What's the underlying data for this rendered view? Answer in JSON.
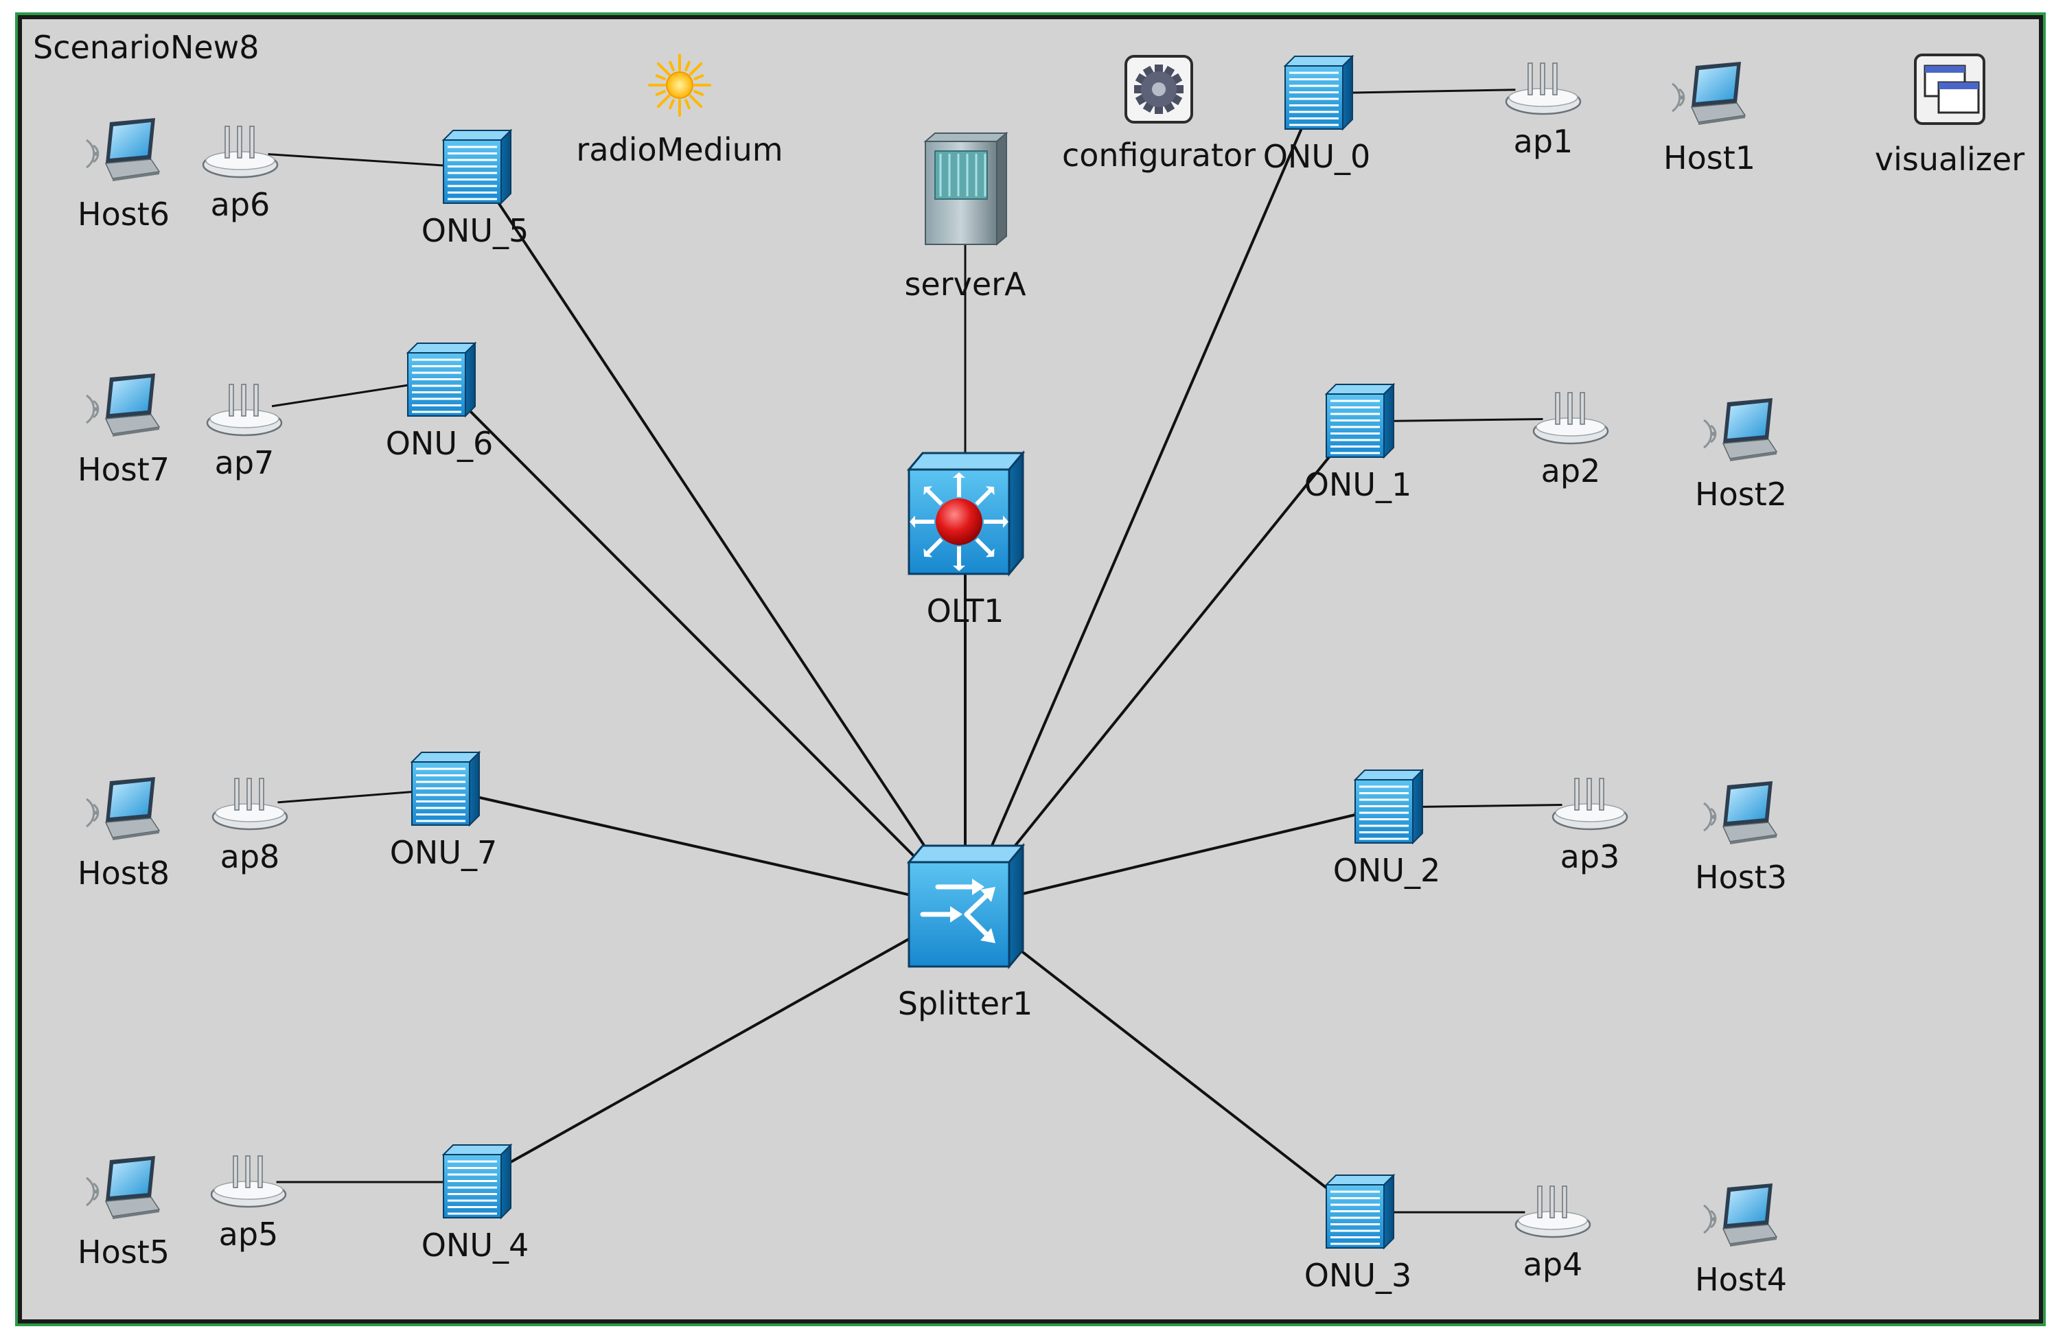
{
  "scenario": {
    "title": "ScenarioNew8"
  },
  "colors": {
    "canvas": "#d3d3d3",
    "border": "#1a1a1a",
    "frame_accent": "#2c9a48",
    "device_blue": "#1e9fe0",
    "device_dark": "#0b5f98",
    "link": "#111111"
  },
  "nodes": [
    {
      "id": "radioMedium",
      "label": "radioMedium",
      "icon": "sun-icon"
    },
    {
      "id": "configurator",
      "label": "configurator",
      "icon": "gear-icon"
    },
    {
      "id": "visualizer",
      "label": "visualizer",
      "icon": "windows-icon"
    },
    {
      "id": "serverA",
      "label": "serverA",
      "icon": "server-icon"
    },
    {
      "id": "OLT1",
      "label": "OLT1",
      "icon": "olt-icon"
    },
    {
      "id": "Splitter1",
      "label": "Splitter1",
      "icon": "splitter-icon"
    },
    {
      "id": "ONU_0",
      "label": "ONU_0",
      "icon": "onu-icon"
    },
    {
      "id": "ONU_1",
      "label": "ONU_1",
      "icon": "onu-icon"
    },
    {
      "id": "ONU_2",
      "label": "ONU_2",
      "icon": "onu-icon"
    },
    {
      "id": "ONU_3",
      "label": "ONU_3",
      "icon": "onu-icon"
    },
    {
      "id": "ONU_4",
      "label": "ONU_4",
      "icon": "onu-icon"
    },
    {
      "id": "ONU_5",
      "label": "ONU_5",
      "icon": "onu-icon"
    },
    {
      "id": "ONU_6",
      "label": "ONU_6",
      "icon": "onu-icon"
    },
    {
      "id": "ONU_7",
      "label": "ONU_7",
      "icon": "onu-icon"
    },
    {
      "id": "ap1",
      "label": "ap1",
      "icon": "access-point-icon"
    },
    {
      "id": "ap2",
      "label": "ap2",
      "icon": "access-point-icon"
    },
    {
      "id": "ap3",
      "label": "ap3",
      "icon": "access-point-icon"
    },
    {
      "id": "ap4",
      "label": "ap4",
      "icon": "access-point-icon"
    },
    {
      "id": "ap5",
      "label": "ap5",
      "icon": "access-point-icon"
    },
    {
      "id": "ap6",
      "label": "ap6",
      "icon": "access-point-icon"
    },
    {
      "id": "ap7",
      "label": "ap7",
      "icon": "access-point-icon"
    },
    {
      "id": "ap8",
      "label": "ap8",
      "icon": "access-point-icon"
    },
    {
      "id": "Host1",
      "label": "Host1",
      "icon": "laptop-icon"
    },
    {
      "id": "Host2",
      "label": "Host2",
      "icon": "laptop-icon"
    },
    {
      "id": "Host3",
      "label": "Host3",
      "icon": "laptop-icon"
    },
    {
      "id": "Host4",
      "label": "Host4",
      "icon": "laptop-icon"
    },
    {
      "id": "Host5",
      "label": "Host5",
      "icon": "laptop-icon"
    },
    {
      "id": "Host6",
      "label": "Host6",
      "icon": "laptop-icon"
    },
    {
      "id": "Host7",
      "label": "Host7",
      "icon": "laptop-icon"
    },
    {
      "id": "Host8",
      "label": "Host8",
      "icon": "laptop-icon"
    }
  ],
  "links": [
    {
      "from": "serverA",
      "to": "OLT1",
      "arrows": "none"
    },
    {
      "from": "OLT1",
      "to": "Splitter1",
      "arrows": "both"
    },
    {
      "from": "ONU_5",
      "to": "Splitter1",
      "arrows": "both"
    },
    {
      "from": "ONU_6",
      "to": "Splitter1",
      "arrows": "both"
    },
    {
      "from": "ONU_0",
      "to": "Splitter1",
      "arrows": "both"
    },
    {
      "from": "ONU_1",
      "to": "Splitter1",
      "arrows": "both"
    },
    {
      "from": "ONU_7",
      "to": "Splitter1",
      "arrows": "both"
    },
    {
      "from": "ONU_2",
      "to": "Splitter1",
      "arrows": "both"
    },
    {
      "from": "ONU_4",
      "to": "Splitter1",
      "arrows": "both"
    },
    {
      "from": "ONU_3",
      "to": "Splitter1",
      "arrows": "both"
    },
    {
      "from": "ap6",
      "to": "ONU_5",
      "arrows": "none"
    },
    {
      "from": "ap7",
      "to": "ONU_6",
      "arrows": "none"
    },
    {
      "from": "ap8",
      "to": "ONU_7",
      "arrows": "none"
    },
    {
      "from": "ap5",
      "to": "ONU_4",
      "arrows": "none"
    },
    {
      "from": "ONU_0",
      "to": "ap1",
      "arrows": "none"
    },
    {
      "from": "ONU_1",
      "to": "ap2",
      "arrows": "none"
    },
    {
      "from": "ONU_2",
      "to": "ap3",
      "arrows": "none"
    },
    {
      "from": "ONU_3",
      "to": "ap4",
      "arrows": "none"
    }
  ]
}
